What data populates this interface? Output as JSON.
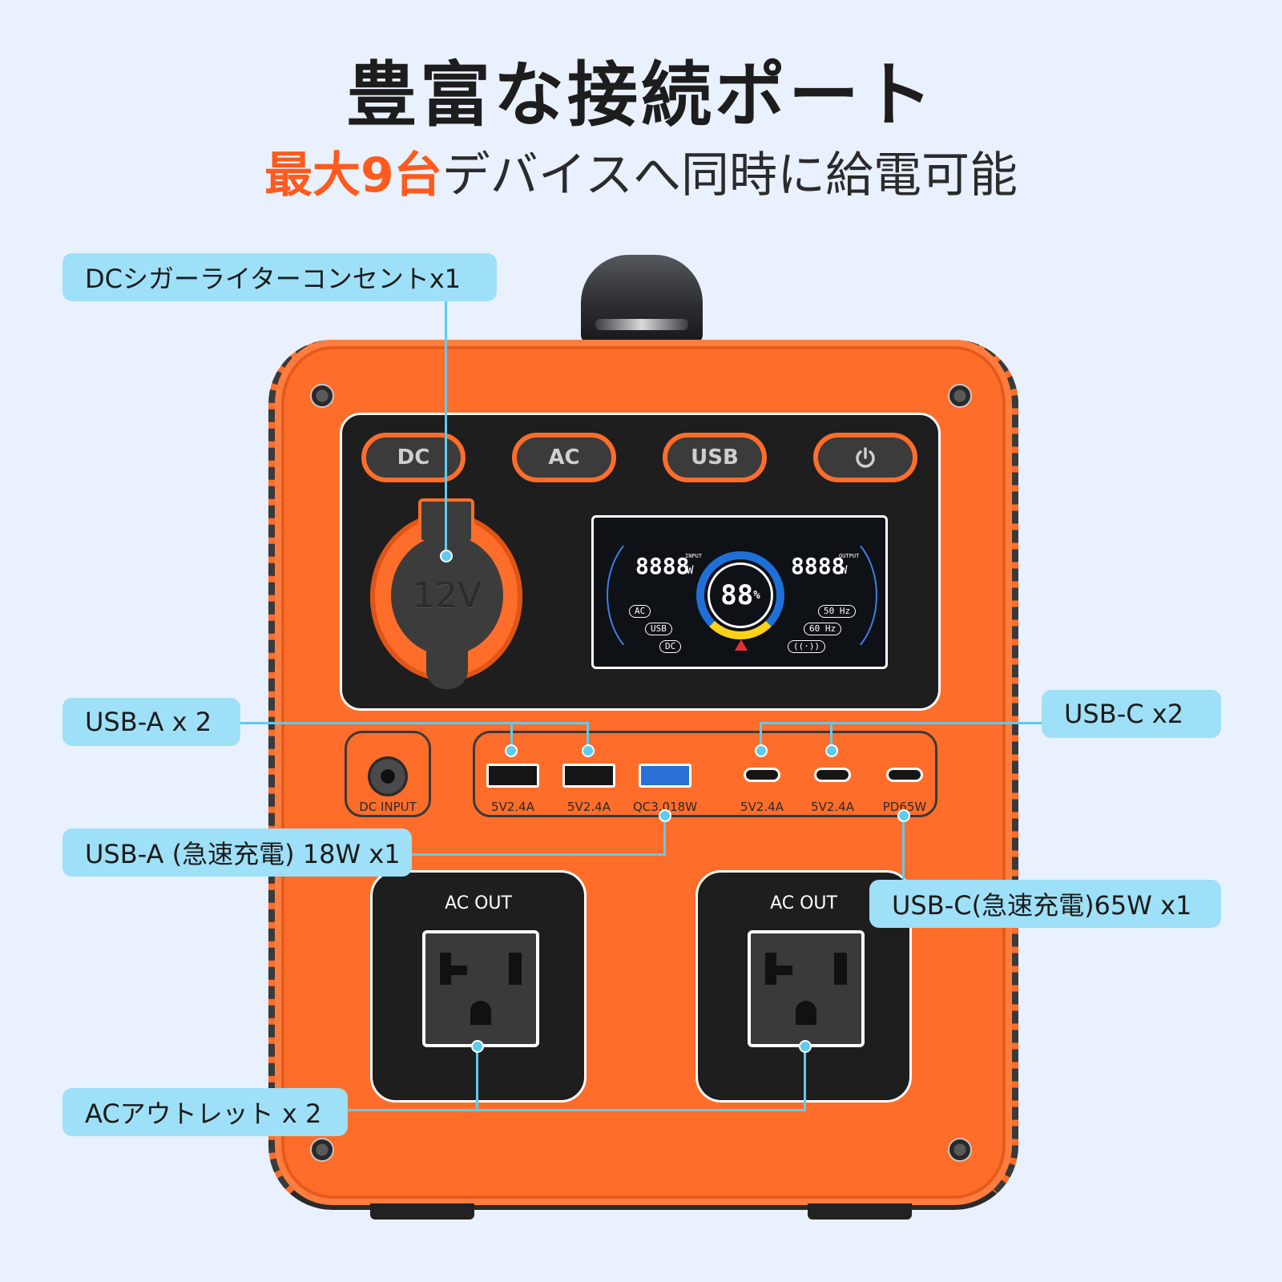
{
  "headline": "豊富な接続ポート",
  "subline": {
    "accent": "最大9台",
    "rest": "デバイスへ同時に給電可能"
  },
  "device": {
    "buttons": {
      "dc": "DC",
      "ac": "AC",
      "usb": "USB",
      "power_icon": "power-icon"
    },
    "cigarette_socket_label": "12V",
    "display": {
      "input_value": "8888",
      "input_unit": "W",
      "input_label": "INPUT",
      "output_value": "8888",
      "output_unit": "W",
      "output_label": "OUTPUT",
      "battery_value": "88",
      "battery_unit": "%",
      "tags_left": [
        "AC",
        "USB",
        "DC"
      ],
      "tags_right": [
        "50 Hz",
        "60 Hz",
        "((·))"
      ]
    },
    "dc_input_label": "DC INPUT",
    "port_labels": [
      "5V2.4A",
      "5V2.4A",
      "QC3.018W",
      "5V2.4A",
      "5V2.4A",
      "PD65W"
    ],
    "ac_out_label": "AC OUT"
  },
  "callouts": {
    "dc_cigarette": "DCシガーライターコンセントx1",
    "usb_a": "USB-A x 2",
    "usb_a_fast": "USB-A (急速充電) 18W x1",
    "usb_c": "USB-C x2",
    "usb_c_fast": "USB-C(急速充電)65W x1",
    "ac_outlet": "ACアウトレット x 2"
  },
  "colors": {
    "accent": "#ff5a1f",
    "device_orange": "#ff6d2a",
    "callout_bg": "#9ee0f7",
    "callout_line": "#5ecbf0",
    "background": "#e8f1fd"
  }
}
